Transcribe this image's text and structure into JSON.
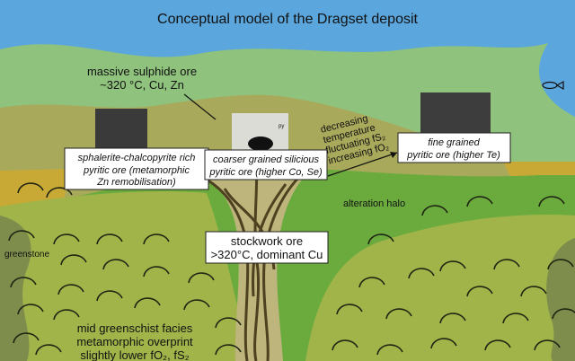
{
  "title": "Conceptual model of the Dragset deposit",
  "massive": {
    "line1": "massive sulphide ore",
    "line2": "~320 °C, Cu, Zn"
  },
  "box_left": {
    "line1": "sphalerite-chalcopyrite rich",
    "line2": "pyritic ore (metamorphic",
    "line3": "Zn remobilisation)"
  },
  "box_center": {
    "line1": "coarser grained silicious",
    "line2": "pyritic ore (higher Co, Se)"
  },
  "box_right": {
    "line1": "fine grained",
    "line2": "pyritic ore (higher Te)"
  },
  "trend": {
    "line1": "decreasing",
    "line2": "temperature",
    "line3": "fluctuating fS₂",
    "line4": "increasing fO₂"
  },
  "alteration": "alteration halo",
  "greenstone": "greenstone",
  "stockwork": {
    "line1": "stockwork ore",
    "line2": ">320°C, dominant Cu"
  },
  "facies": {
    "line1": "mid greenschist facies",
    "line2": "metamorphic overprint",
    "line3": "slightly lower fO₂, fS₂"
  },
  "photo_label": "py",
  "colors": {
    "sky": "#5aa6dd",
    "upper": "#8fc27c",
    "khaki": "#a9a95c",
    "halo": "#6bab3e",
    "greenstone": "#a0b44a",
    "dark": "#7e8d4c",
    "ochre": "#c9a936",
    "pipe": "#bdb57c",
    "vein": "#4d4120"
  }
}
